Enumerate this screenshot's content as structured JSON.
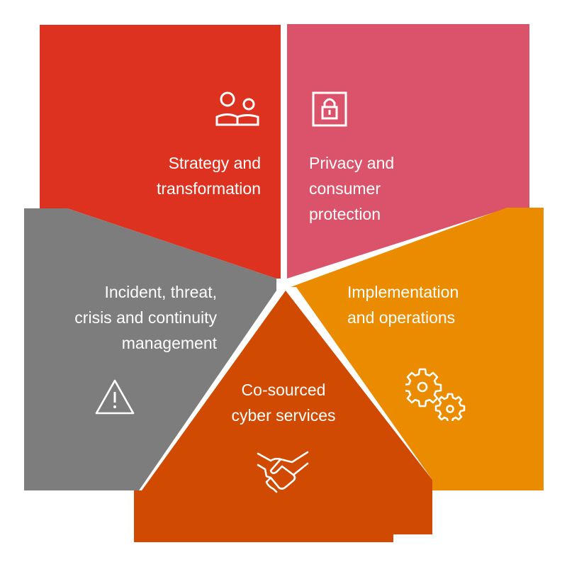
{
  "segments": [
    {
      "id": "strategy",
      "label": "Strategy and\ntransformation",
      "icon": "people-icon",
      "color": "#de3220"
    },
    {
      "id": "privacy",
      "label": "Privacy and\nconsumer\nprotection",
      "icon": "lock-icon",
      "color": "#db536a"
    },
    {
      "id": "implementation",
      "label": "Implementation\nand operations",
      "icon": "gears-icon",
      "color": "#eb8c00"
    },
    {
      "id": "cosourced",
      "label": "Co-sourced\ncyber services",
      "icon": "handshake-icon",
      "color": "#d04a02"
    },
    {
      "id": "incident",
      "label": "Incident, threat,\ncrisis and continuity\nmanagement",
      "icon": "warning-icon",
      "color": "#7d7d7d"
    }
  ]
}
